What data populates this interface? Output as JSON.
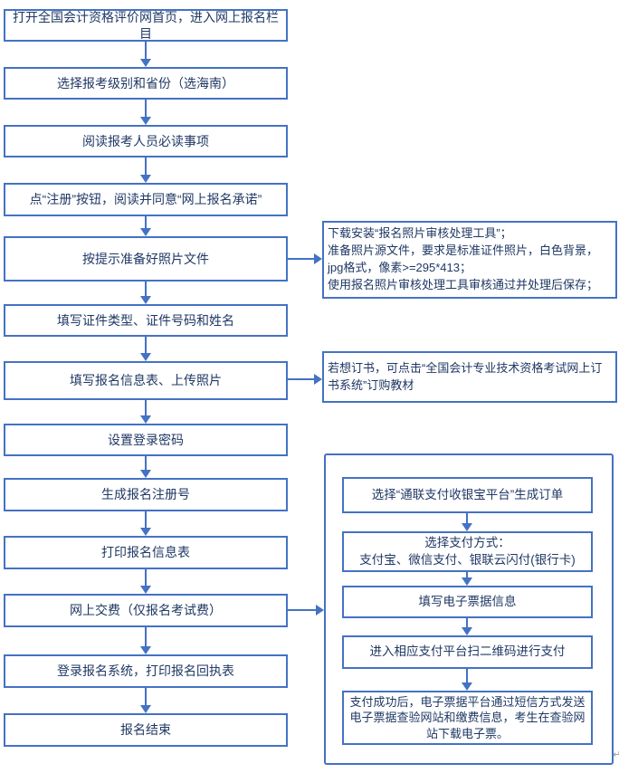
{
  "colors": {
    "line_blue": "#4472C4",
    "text_navy": "#1F3864",
    "background": "#FFFFFF"
  },
  "main_flow": {
    "steps": [
      "打开全国会计资格评价网首页，进入网上报名栏目",
      "选择报考级别和省份（选海南）",
      "阅读报考人员必读事项",
      "点“注册”按钮，阅读并同意“网上报名承诺”",
      "按提示准备好照片文件",
      "填写证件类型、证件号码和姓名",
      "填写报名信息表、上传照片",
      "设置登录密码",
      "生成报名注册号",
      "打印报名信息表",
      "网上交费（仅报名考试费）",
      "登录报名系统，打印报名回执表",
      "报名结束"
    ]
  },
  "annotations": {
    "photo_note": "下载安装“报名照片审核处理工具”；\n准备照片源文件，要求是标准证件照片，白色背景，\njpg格式，像素>=295*413；\n使用报名照片审核处理工具审核通过并处理后保存；",
    "book_note": "若想订书，可点击“全国会计专业技术资格考试网上订书系统”订购教材"
  },
  "payment_flow": {
    "steps": [
      "选择“通联支付收银宝平台”生成订单",
      "选择支付方式：\n支付宝、微信支付、银联云闪付(银行卡)",
      "填写电子票据信息",
      "进入相应支付平台扫二维码进行支付",
      "支付成功后，电子票据平台通过短信方式发送电子票据查验网站和缴费信息，考生在查验网站下载电子票。"
    ]
  },
  "marks": {
    "wrap_mark": "↵"
  }
}
